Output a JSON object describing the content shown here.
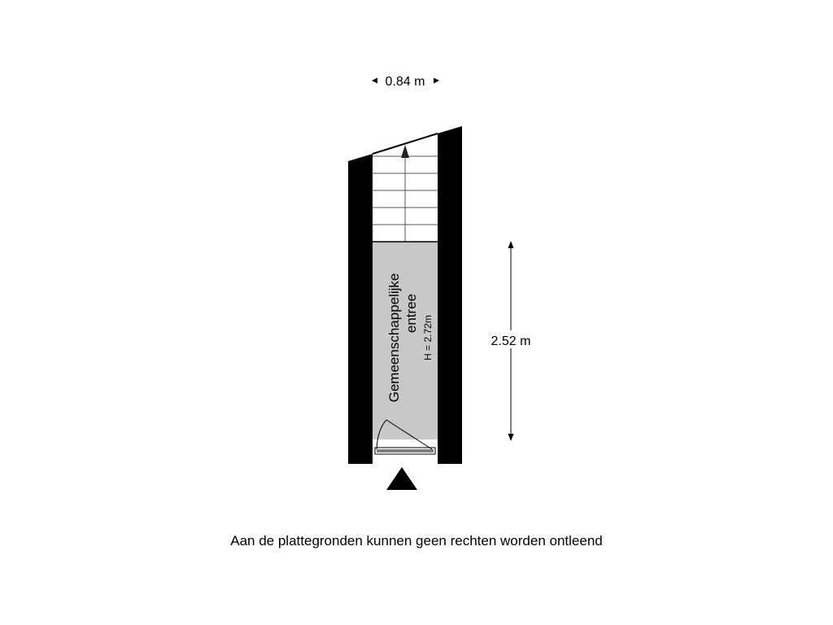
{
  "dimensions": {
    "width_label": "0.84 m",
    "height_label": "2.52 m"
  },
  "room": {
    "name_line1": "Gemeenschappelijke",
    "name_line2": "entree",
    "height": "H = 2.72m"
  },
  "disclaimer": "Aan de plattegronden kunnen geen rechten worden ontleend",
  "colors": {
    "wall": "#000000",
    "room_fill": "#c8c8c8",
    "background": "#ffffff"
  }
}
